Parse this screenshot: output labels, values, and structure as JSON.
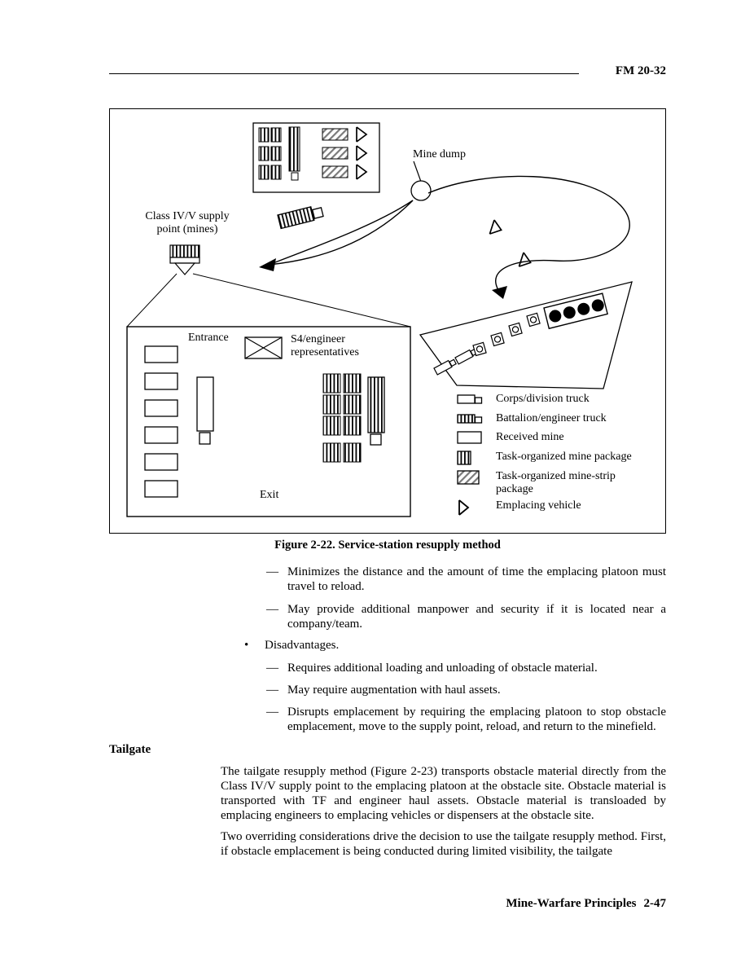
{
  "page": {
    "doc_number": "FM 20-32",
    "footer_title": "Mine-Warfare Principles",
    "footer_page": "2-47"
  },
  "figure": {
    "caption": "Figure 2-22. Service-station resupply method",
    "labels": {
      "mine_dump": "Mine dump",
      "supply_point_line1": "Class IV/V supply",
      "supply_point_line2": "point (mines)",
      "entrance": "Entrance",
      "s4_line1": "S4/engineer",
      "s4_line2": "representatives",
      "exit": "Exit"
    },
    "legend": [
      {
        "icon": "corps-division-truck-icon",
        "label": "Corps/division truck"
      },
      {
        "icon": "battalion-engineer-truck-icon",
        "label": "Battalion/engineer truck"
      },
      {
        "icon": "received-mine-icon",
        "label": "Received mine"
      },
      {
        "icon": "task-organized-mine-package-icon",
        "label": "Task-organized mine package"
      },
      {
        "icon": "task-organized-mine-strip-package-icon",
        "label": "Task-organized mine-strip package"
      },
      {
        "icon": "emplacing-vehicle-icon",
        "label": "Emplacing vehicle"
      }
    ]
  },
  "content": {
    "dash_marker": "—",
    "bullet_marker": "•",
    "advantage_items": [
      "Minimizes the distance and the amount of time the emplacing platoon must travel to reload.",
      "May provide additional manpower and security if it is located near a company/team."
    ],
    "disadvantages_heading": "Disadvantages.",
    "disadvantage_items": [
      "Requires additional loading and unloading of obstacle material.",
      "May require augmentation with haul assets.",
      "Disrupts emplacement by requiring the emplacing platoon to stop obstacle emplacement, move to the supply point, reload, and return to the minefield."
    ],
    "section_heading": "Tailgate",
    "paragraphs": [
      "The tailgate resupply method (Figure 2-23) transports obstacle material directly from the Class IV/V supply point to the emplacing platoon at the obstacle site. Obstacle material is transported with TF and engineer haul assets. Obstacle material is transloaded by emplacing engineers to emplacing vehicles or dispensers at the obstacle site.",
      "Two overriding considerations drive the decision to use the tailgate resupply method. First, if obstacle emplacement is being conducted during limited visibility, the tailgate"
    ]
  }
}
